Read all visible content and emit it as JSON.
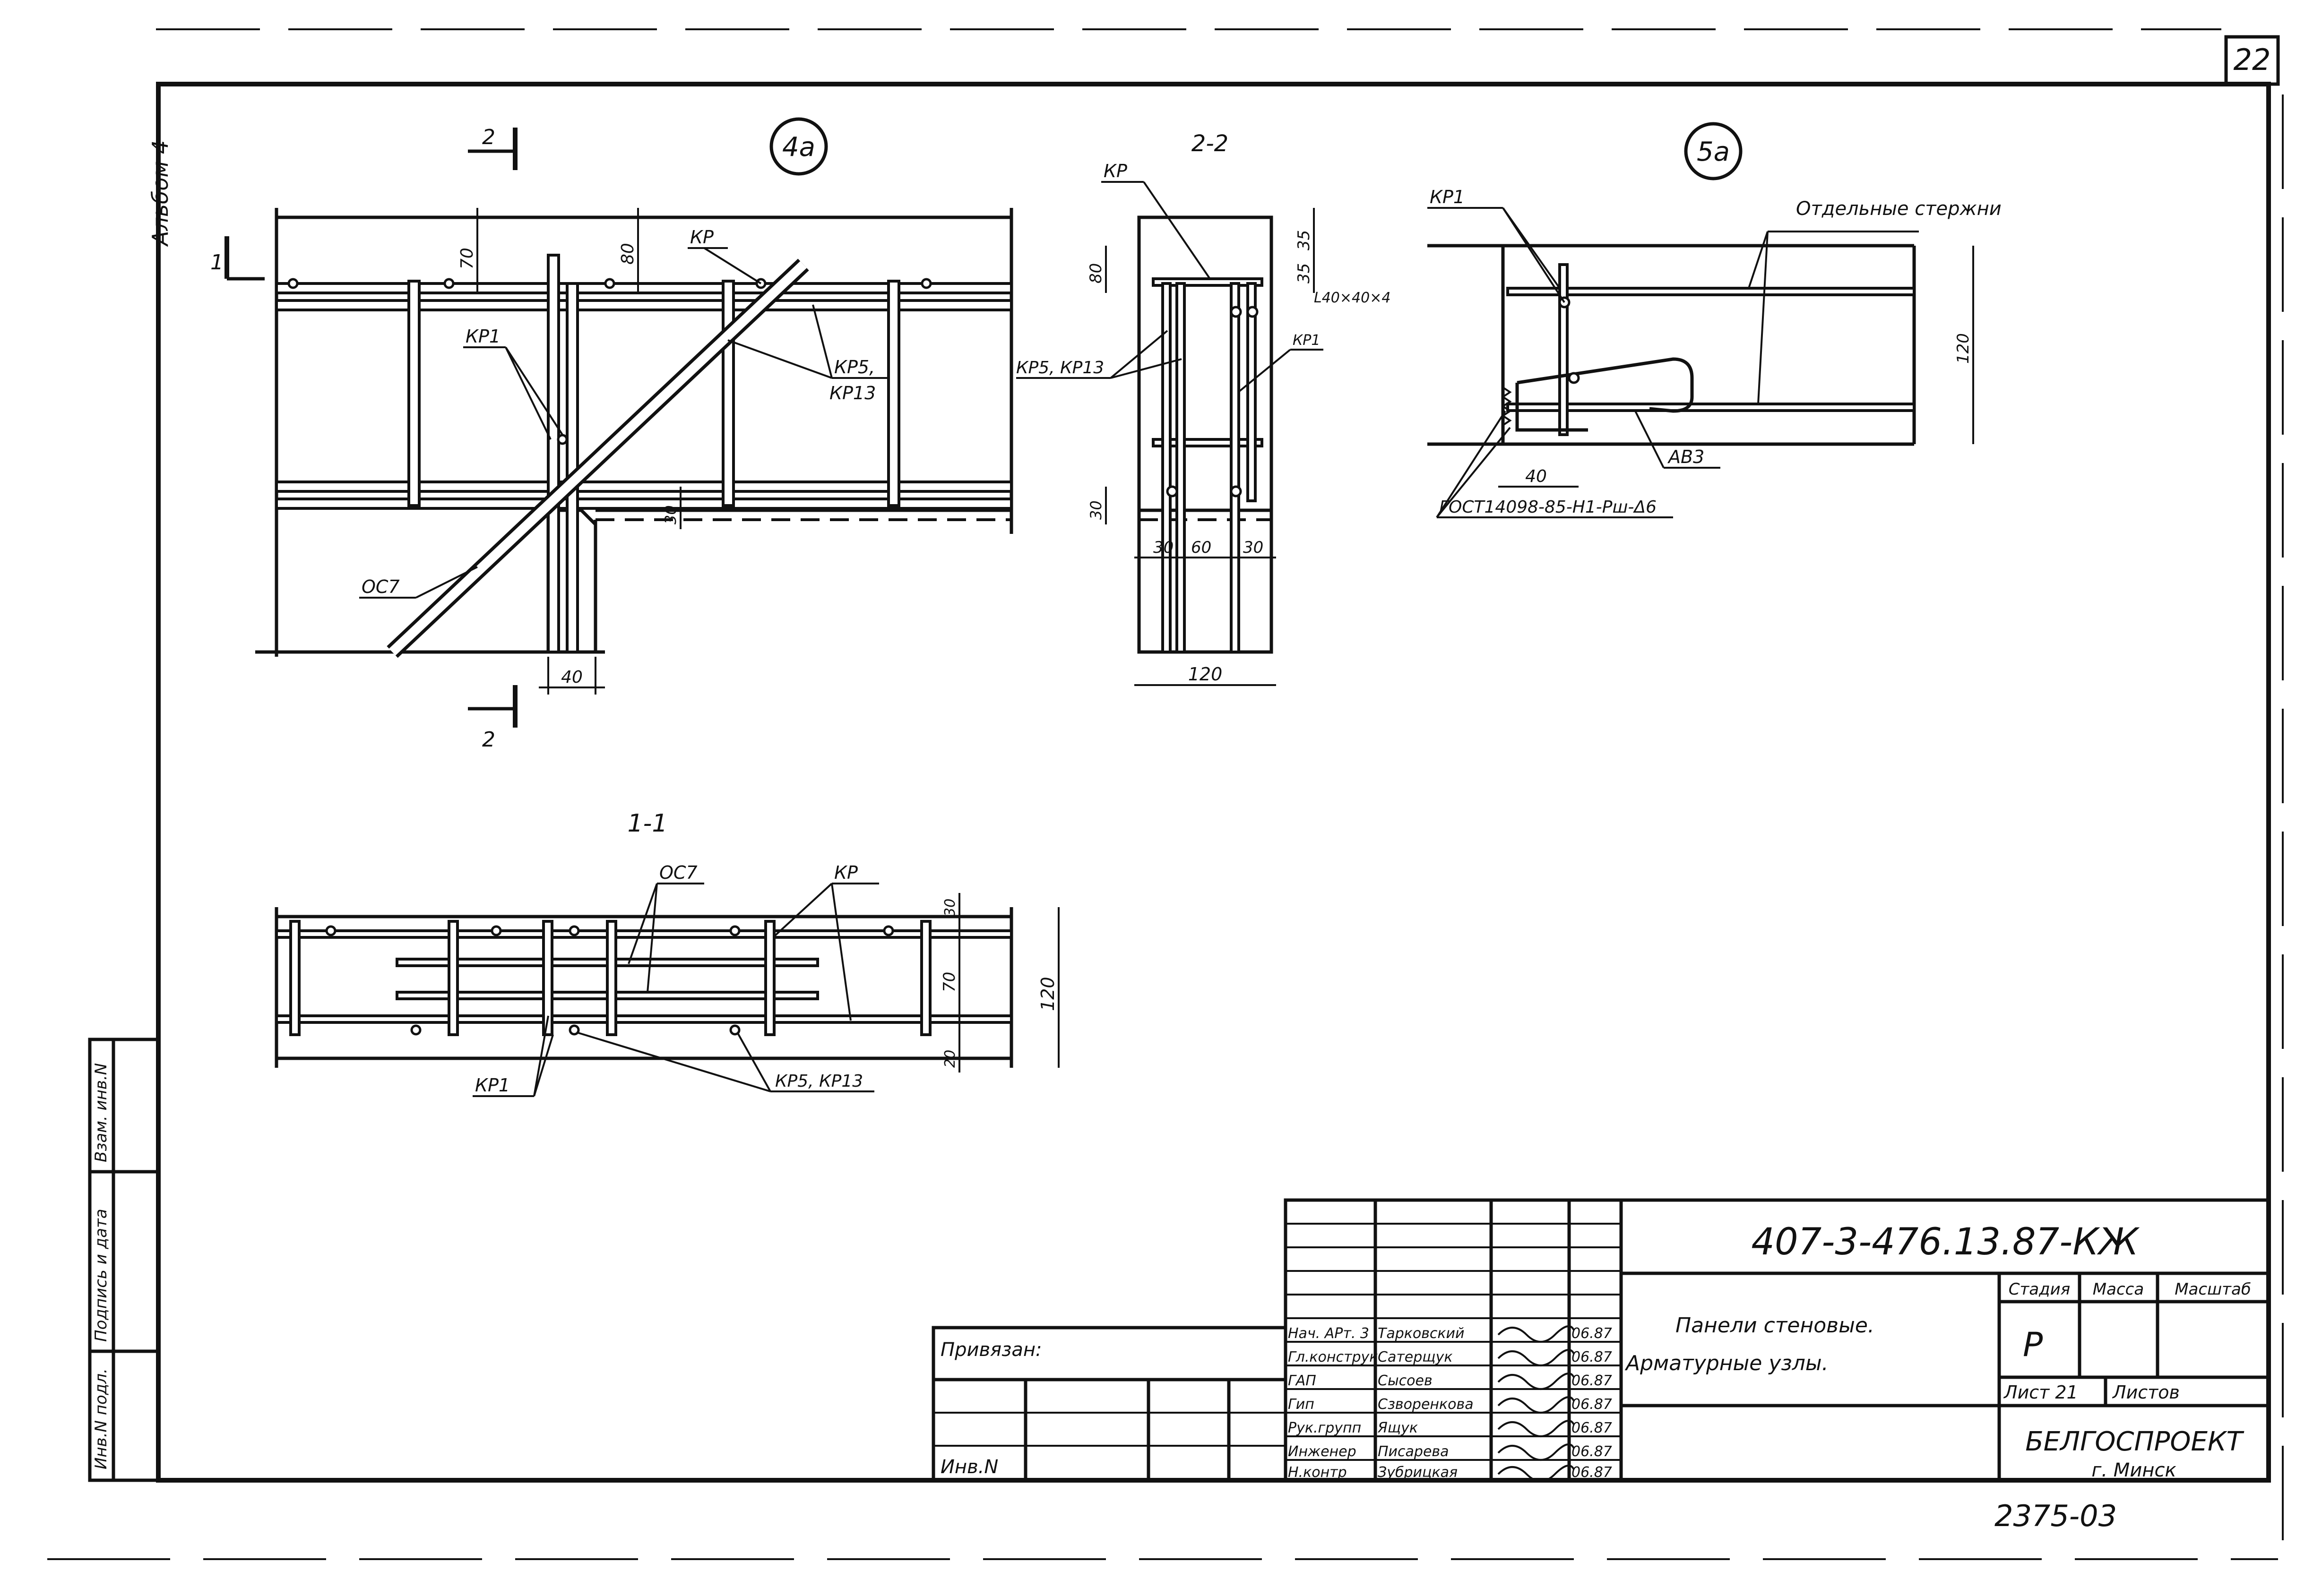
{
  "sheet_number": "22",
  "album_label": "Альбом 4",
  "views": {
    "node_4a": {
      "marker": "4а",
      "section_mark": "2",
      "section_mark_left": "1",
      "labels": {
        "kr": "КР",
        "kr1": "КР1",
        "kr5_kr13": "КР5, КР13",
        "kr5": "КР5,",
        "kr13": "КР13",
        "oc7": "ОС7"
      },
      "dims": {
        "d70": "70",
        "d80": "80",
        "d30": "30",
        "d40": "40"
      }
    },
    "section_2_2": {
      "title": "2-2",
      "labels": {
        "kr": "КР",
        "kr5_kr13": "КР5, КР13",
        "kr_right": "КР1"
      },
      "dims": {
        "d80": "80",
        "d35a": "35",
        "d35b": "35",
        "angle": "L40×40×4",
        "d30": "30",
        "d30b": "30",
        "d30c": "30",
        "d60": "60",
        "d120": "120"
      }
    },
    "node_5a": {
      "marker": "5а",
      "labels": {
        "kr1": "КР1",
        "separate": "Отдельные стержни",
        "av3": "АВ3",
        "weld": "ГОСТ14098-85-Н1-Рш-Δ6"
      },
      "dims": {
        "d120": "120",
        "d40": "40"
      }
    },
    "section_1_1": {
      "title": "1-1",
      "labels": {
        "oc7": "ОС7",
        "kr": "КР",
        "kr1": "КР1",
        "kr5_kr13": "КР5, КР13"
      },
      "dims": {
        "d30": "30",
        "d70": "70",
        "d20": "20",
        "d120": "120"
      }
    }
  },
  "stamp": {
    "document_code": "407-3-476.13.87-КЖ",
    "title_line1": "Панели стеновые.",
    "title_line2": "Арматурные узлы.",
    "col_stage": "Стадия",
    "col_mass": "Масса",
    "col_scale": "Масштаб",
    "stage": "Р",
    "sheet_label": "Лист 21",
    "sheets_label": "Листов",
    "organization": "БЕЛГОСПРОЕКТ",
    "city": "г. Минск",
    "order_number": "2375-03",
    "bound_label": "Привязан:",
    "inv_label": "Инв.N",
    "signatures": [
      {
        "role": "Нач. АРт. 3",
        "name": "Тарковский",
        "date": "06.87"
      },
      {
        "role": "Гл.конструк",
        "name": "Сатерщук",
        "date": "06.87"
      },
      {
        "role": "ГАП",
        "name": "Сысоев",
        "date": "06.87"
      },
      {
        "role": "Гип",
        "name": "Сзворенкова",
        "date": "06.87"
      },
      {
        "role": "Рук.групп",
        "name": "Ящук",
        "date": "06.87"
      },
      {
        "role": "Инженер",
        "name": "Писарева",
        "date": "06.87"
      },
      {
        "role": "Н.контр",
        "name": "Зубрицкая",
        "date": "06.87"
      }
    ]
  },
  "side_stamp": {
    "inv_original": "Инв.N подл.",
    "signature_date": "Подпись и дата",
    "replace_inv": "Взам. инв.N"
  }
}
